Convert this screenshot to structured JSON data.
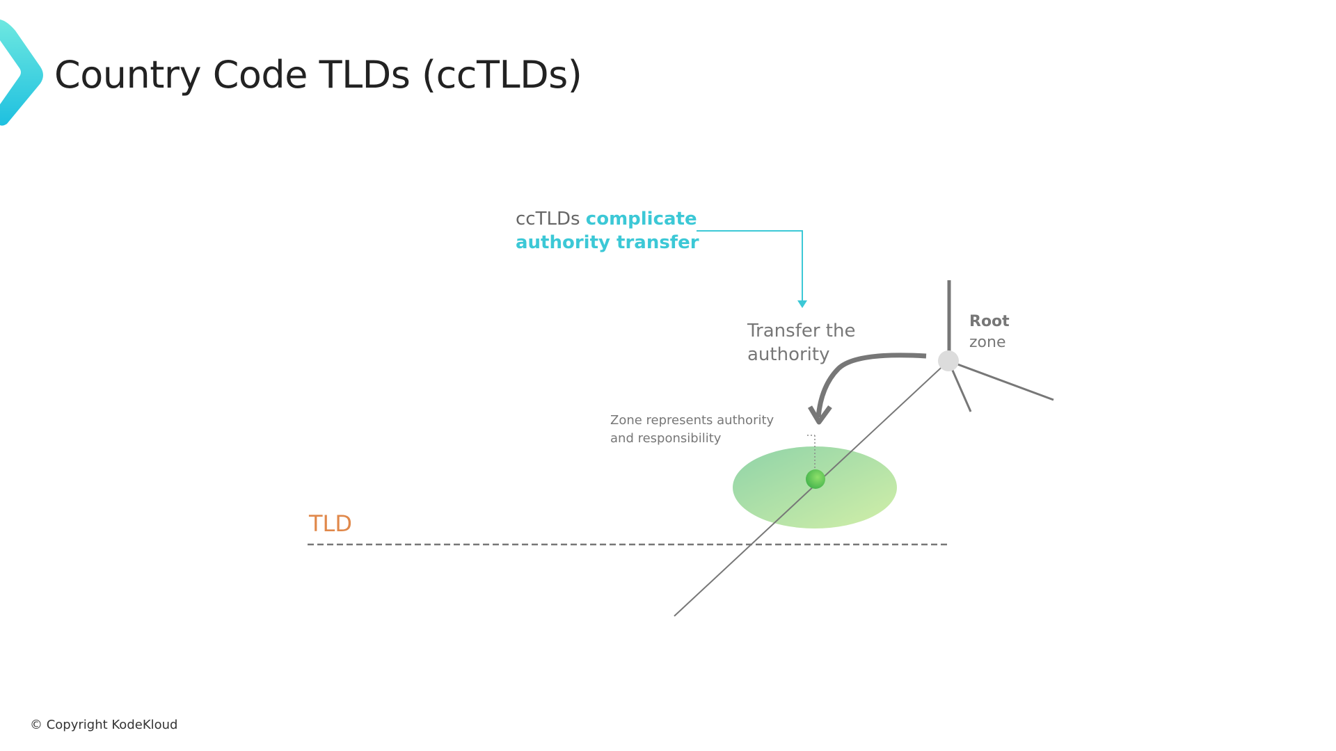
{
  "title": "Country Code TLDs (ccTLDs)",
  "callout": {
    "prefix": "ccTLDs ",
    "highlight_line1": "complicate",
    "highlight_line2": "authority transfer"
  },
  "transfer_label": {
    "line1": "Transfer the",
    "line2": "authority"
  },
  "root_label": {
    "line1": "Root",
    "line2": "zone"
  },
  "zone_note": {
    "line1": "Zone represents authority",
    "line2": "and responsibility"
  },
  "tld_label": "TLD",
  "copyright": "© Copyright KodeKloud",
  "colors": {
    "accent": "#3cc8d6",
    "tld": "#e0884a",
    "line": "#777777",
    "zone_fill": "#a8dca0"
  }
}
